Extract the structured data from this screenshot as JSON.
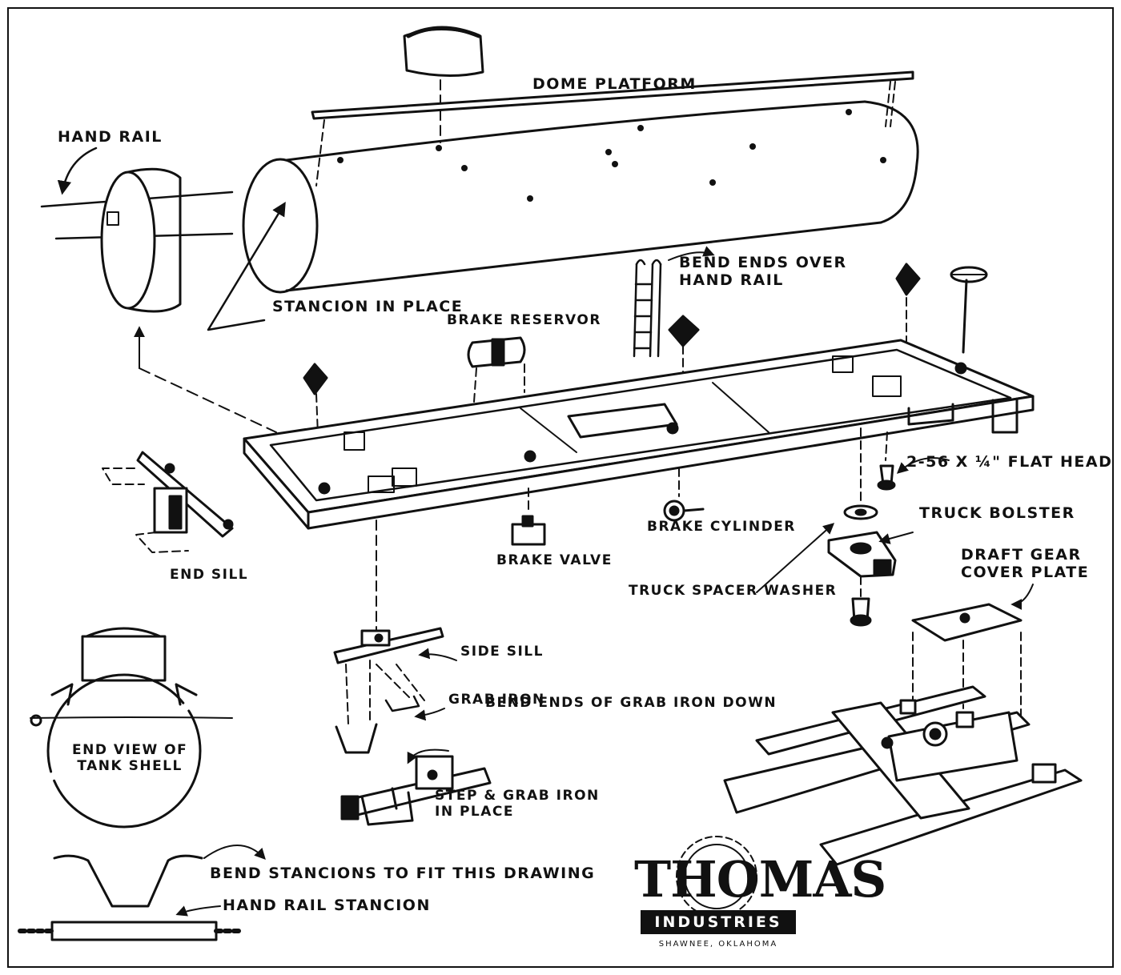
{
  "labels": {
    "dome_platform": "DOME PLATFORM",
    "hand_rail": "HAND RAIL",
    "stancion_in_place": "STANCION IN PLACE",
    "brake_reservor": "BRAKE RESERVOR",
    "bend_ends_over_hand_rail": "BEND ENDS OVER\nHAND RAIL",
    "flat_head_screw": "2-56 X ¼\" FLAT HEAD",
    "truck_bolster": "TRUCK BOLSTER",
    "end_sill": "END SILL",
    "brake_valve": "BRAKE VALVE",
    "brake_cylinder": "BRAKE CYLINDER",
    "truck_spacer_washer": "TRUCK SPACER WASHER",
    "draft_gear_cover_plate": "DRAFT GEAR\nCOVER PLATE",
    "side_sill": "SIDE SILL",
    "grab_iron": "GRAB IRON",
    "bend_ends_of_grab_iron_down": "BEND ENDS OF GRAB IRON DOWN",
    "end_view_of_tank_shell": "END VIEW OF\nTANK SHELL",
    "step_grab_iron_in_place": "STEP & GRAB IRON\nIN PLACE",
    "bend_stancions": "BEND STANCIONS TO FIT THIS DRAWING",
    "hand_rail_stancion": "HAND RAIL STANCION"
  },
  "logo": {
    "name": "THOMAS",
    "division": "INDUSTRIES",
    "location": "SHAWNEE, OKLAHOMA"
  },
  "colors": {
    "ink": "#111111",
    "paper": "#ffffff"
  }
}
